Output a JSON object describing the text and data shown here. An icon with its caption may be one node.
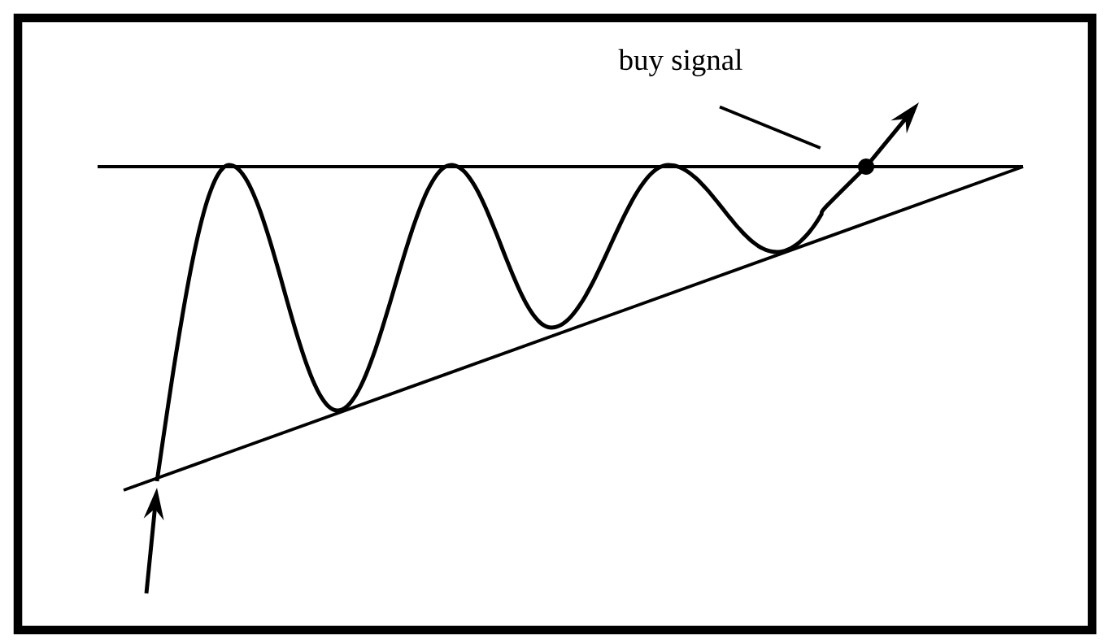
{
  "diagram": {
    "nodes": [
      {
        "text": [
          "buy signal"
        ]
      },
      {
        "text": [],
        "shape": "circle"
      }
    ],
    "edges": [
      {
        "from": 0,
        "to": 1,
        "arrow": "none"
      }
    ]
  }
}
